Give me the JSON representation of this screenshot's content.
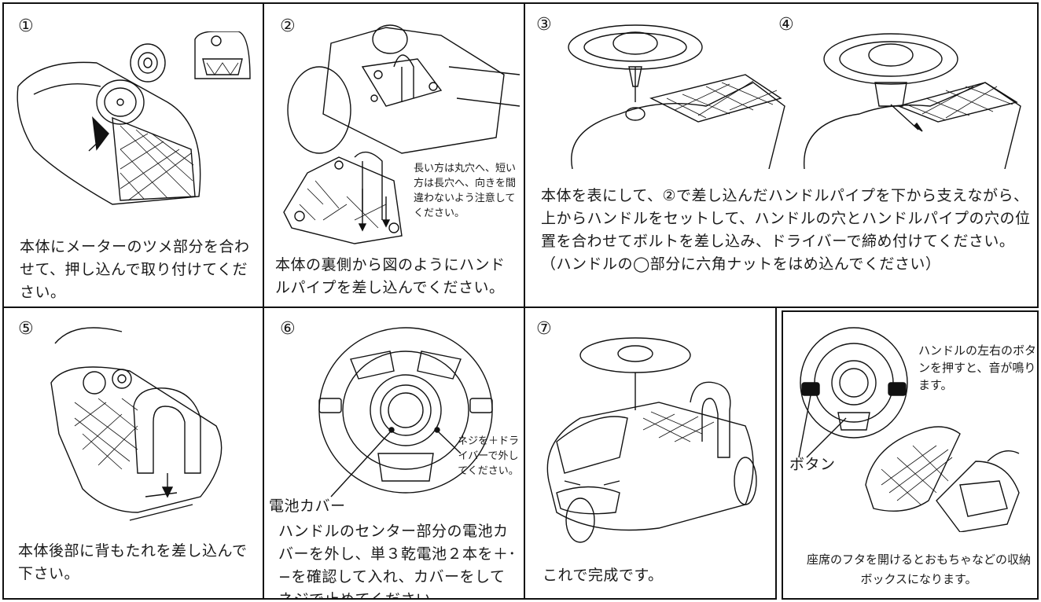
{
  "steps": [
    {
      "num": "①",
      "text": "本体にメーターのツメ部分を合わせて、押し込んで取り付けてください。"
    },
    {
      "num": "②",
      "text": "本体の裏側から図のようにハンドルパイプを差し込んでください。",
      "note": "長い方は丸穴へ、短い方は長穴へ、向きを間違わないよう注意してください。"
    },
    {
      "num": "③",
      "text": "本体を表にして、②で差し込んだハンドルパイプを下から支えながら、上からハンドルをセットして、ハンドルの穴とハンドルパイプの穴の位置を合わせてボルトを差し込み、ドライバーで締め付けてください。（ハンドルの◯部分に六角ナットをはめ込んでください）"
    },
    {
      "num": "④"
    },
    {
      "num": "⑤",
      "text": "本体後部に背もたれを差し込んで下さい。"
    },
    {
      "num": "⑥",
      "text": "ハンドルのセンター部分の電池カバーを外し、単３乾電池２本を＋･−を確認して入れ、カバーをしてネジで止めてください。",
      "label_cover": "電池カバー",
      "note": "ネジを＋ドライバーで外してください。"
    },
    {
      "num": "⑦",
      "text": "これで完成です。"
    }
  ],
  "extra": {
    "note": "ハンドルの左右のボタンを押すと、音が鳴ります。",
    "label_button": "ボタン",
    "text": "座席のフタを開けるとおもちゃなどの収納ボックスになります。"
  }
}
